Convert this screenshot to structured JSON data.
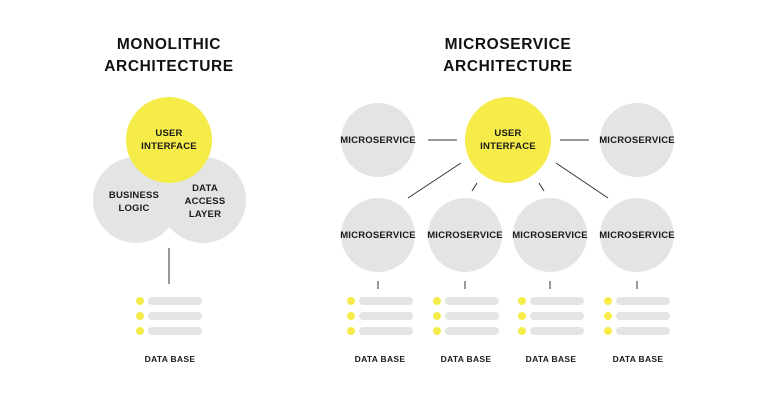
{
  "monolithic": {
    "title_line1": "MONOLITHIC",
    "title_line2": "ARCHITECTURE",
    "ui_line1": "USER",
    "ui_line2": "INTERFACE",
    "business_line1": "BUSINESS",
    "business_line2": "LOGIC",
    "data_access_line1": "DATA",
    "data_access_line2": "ACCESS",
    "data_access_line3": "LAYER",
    "database_label": "DATA BASE"
  },
  "microservice": {
    "title_line1": "MICROSERVICE",
    "title_line2": "ARCHITECTURE",
    "ui_line1": "USER",
    "ui_line2": "INTERFACE",
    "service_label": "MICROSERVICE",
    "database_label": "DATA BASE"
  },
  "colors": {
    "accent_yellow": "#f5ec4a",
    "circle_gray": "#e4e4e4",
    "line": "#333333"
  }
}
